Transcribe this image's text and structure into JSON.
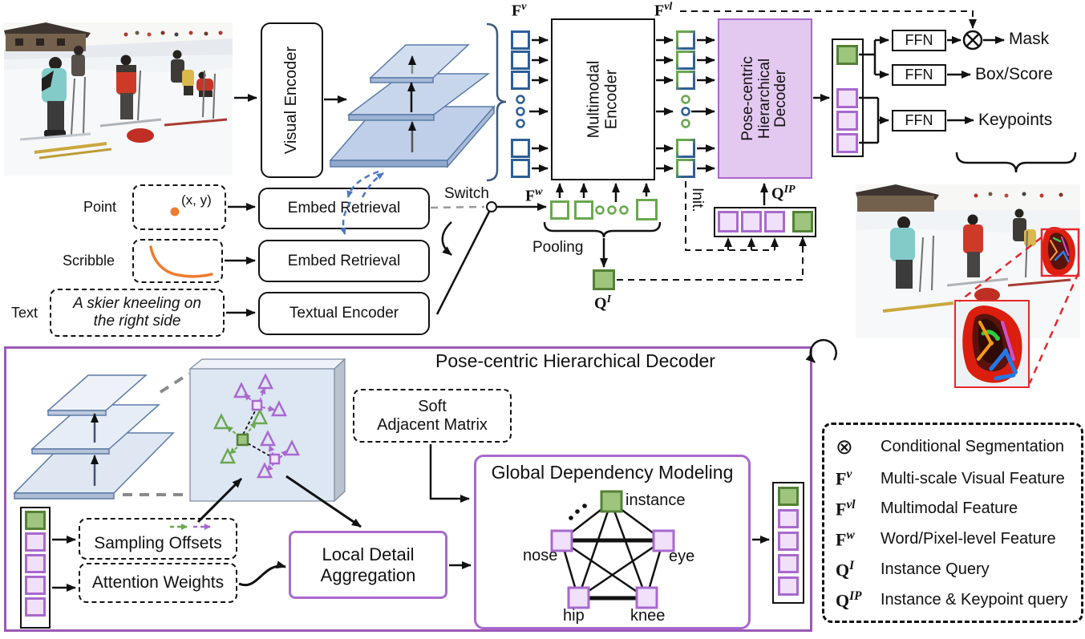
{
  "top": {
    "visual_encoder": "Visual Encoder",
    "multimodal_encoder_lines": [
      "Multimodal",
      "Encoder"
    ],
    "decoder_lines": [
      "Pose-centric",
      "Hierarchical",
      "Decoder"
    ],
    "ffn": "FFN",
    "outputs": {
      "mask": "Mask",
      "box_score": "Box/Score",
      "keypoints": "Keypoints"
    }
  },
  "sym": {
    "fv": {
      "base": "F",
      "sup": "v"
    },
    "fvl": {
      "base": "F",
      "sup": "vl"
    },
    "fw": {
      "base": "F",
      "sup": "w"
    },
    "qi": {
      "base": "Q",
      "sup": "I"
    },
    "qip": {
      "base": "Q",
      "sup": "IP"
    }
  },
  "prompts": {
    "point_label": "Point",
    "point_coords": "(x, y)",
    "scribble_label": "Scribble",
    "text_label": "Text",
    "text_lines": [
      "A skier kneeling on",
      "the right side"
    ],
    "embed_retrieval": "Embed Retrieval",
    "textual_encoder": "Textual Encoder",
    "switch": "Switch",
    "pooling": "Pooling",
    "init": "Init."
  },
  "bottom": {
    "title": "Pose-centric Hierarchical Decoder",
    "soft_adjacent_lines": [
      "Soft",
      "Adjacent Matrix"
    ],
    "sampling_offsets": "Sampling Offsets",
    "attention_weights": "Attention Weights",
    "local_detail_lines": [
      "Local Detail",
      "Aggregation"
    ],
    "gdm_title": "Global Dependency Modeling",
    "nodes": {
      "instance": "instance",
      "nose": "nose",
      "eye": "eye",
      "hip": "hip",
      "knee": "knee"
    }
  },
  "legend": {
    "rows": [
      {
        "sym": "⊗",
        "sup": "",
        "label": "Conditional Segmentation"
      },
      {
        "sym": "F",
        "sup": "v",
        "label": "Multi-scale Visual Feature"
      },
      {
        "sym": "F",
        "sup": "vl",
        "label": "Multimodal Feature"
      },
      {
        "sym": "F",
        "sup": "w",
        "label": "Word/Pixel-level Feature"
      },
      {
        "sym": "Q",
        "sup": "I",
        "label": "Instance Query"
      },
      {
        "sym": "Q",
        "sup": "IP",
        "label": "Instance & Keypoint query"
      }
    ]
  },
  "colors": {
    "purple_border": "#a869ce",
    "purple_fill": "#e3c8ef",
    "purple_light": "#f0e0fa",
    "green": "#6aa84f",
    "green_dark": "#538135",
    "green_fill": "#9dc57e",
    "blue": "#2e5f96",
    "orange": "#ed7d31",
    "red": "#e8262a",
    "panel_border": "#9b59b6"
  }
}
